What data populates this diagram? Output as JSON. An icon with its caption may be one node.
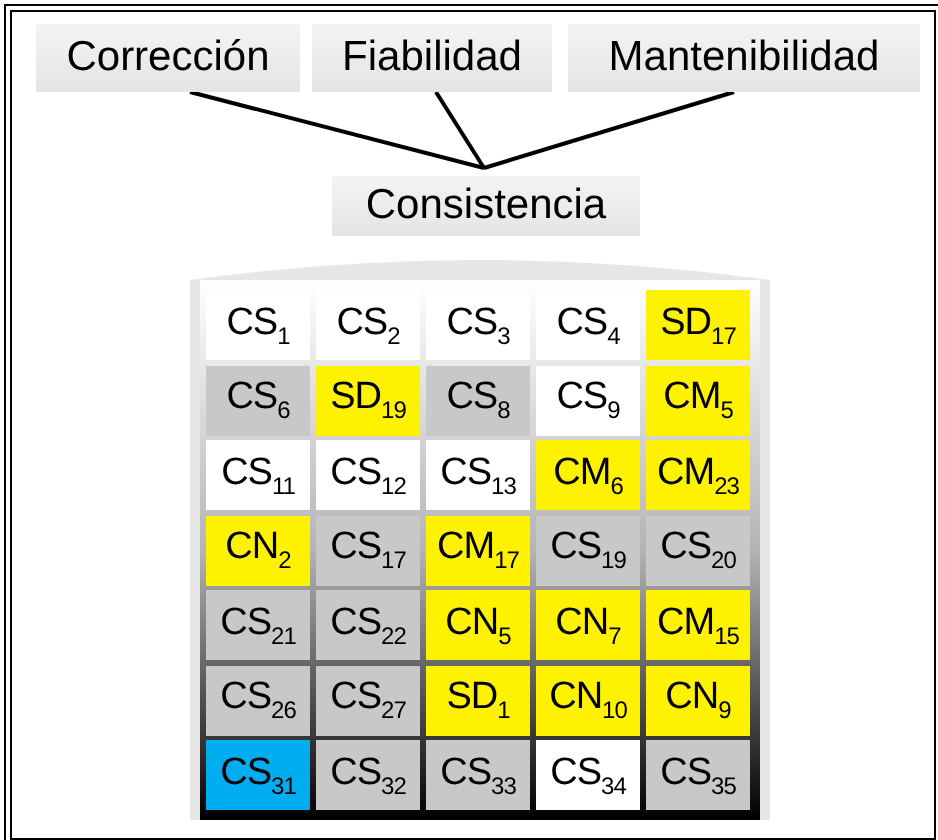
{
  "diagram": {
    "nodes": [
      {
        "text": [
          "Corrección"
        ]
      },
      {
        "text": [
          "Fiabilidad"
        ]
      },
      {
        "text": [
          "Mantenibilidad"
        ]
      },
      {
        "text": [
          "Consistencia"
        ]
      },
      {
        "text": [],
        "shape": "box"
      },
      {
        "text": [
          "CS$_{1}$"
        ],
        "in": 4
      },
      {
        "text": [
          "CS$_{2}$"
        ],
        "in": 4
      },
      {
        "text": [
          "CS$_{3}$"
        ],
        "in": 4
      },
      {
        "text": [
          "CS$_{4}$"
        ],
        "in": 4
      },
      {
        "text": [
          "SD$_{17}$"
        ],
        "in": 4
      },
      {
        "text": [
          "CS$_{6}$"
        ],
        "in": 4
      },
      {
        "text": [
          "SD$_{19}$"
        ],
        "in": 4
      },
      {
        "text": [
          "CS$_{8}$"
        ],
        "in": 4
      },
      {
        "text": [
          "CS$_{9}$"
        ],
        "in": 4
      },
      {
        "text": [
          "CM$_{5}$"
        ],
        "in": 4
      },
      {
        "text": [
          "CS$_{11}$"
        ],
        "in": 4
      },
      {
        "text": [
          "CS$_{12}$"
        ],
        "in": 4
      },
      {
        "text": [
          "CS$_{13}$"
        ],
        "in": 4
      },
      {
        "text": [
          "CM$_{6}$"
        ],
        "in": 4
      },
      {
        "text": [
          "CM$_{23}$"
        ],
        "in": 4
      },
      {
        "text": [
          "CN$_{2}$"
        ],
        "in": 4
      },
      {
        "text": [
          "CS$_{17}$"
        ],
        "in": 4
      },
      {
        "text": [
          "CM$_{17}$"
        ],
        "in": 4
      },
      {
        "text": [
          "CS$_{19}$"
        ],
        "in": 4
      },
      {
        "text": [
          "CS$_{20}$"
        ],
        "in": 4
      },
      {
        "text": [
          "CS$_{21}$"
        ],
        "in": 4
      },
      {
        "text": [
          "CS$_{22}$"
        ],
        "in": 4
      },
      {
        "text": [
          "CN$_{5}$"
        ],
        "in": 4
      },
      {
        "text": [
          "CN$_{7}$"
        ],
        "in": 4
      },
      {
        "text": [
          "CM$_{15}$"
        ],
        "in": 4
      },
      {
        "text": [
          "CS$_{26}$"
        ],
        "in": 4
      },
      {
        "text": [
          "CS$_{27}$"
        ],
        "in": 4
      },
      {
        "text": [
          "SD$_{1}$"
        ],
        "in": 4
      },
      {
        "text": [
          "CN$_{10}$"
        ],
        "in": 4
      },
      {
        "text": [
          "CN$_{9}$"
        ],
        "in": 4
      },
      {
        "text": [
          "CS$_{31}$"
        ],
        "in": 4
      },
      {
        "text": [
          "CS$_{32}$"
        ],
        "in": 4
      },
      {
        "text": [
          "CS$_{33}$"
        ],
        "in": 4
      },
      {
        "text": [
          "CS$_{34}$"
        ],
        "in": 4
      },
      {
        "text": [
          "CS$_{35}$"
        ],
        "in": 4
      }
    ],
    "edges": [
      {
        "from": 0,
        "to": 3,
        "arrow": "none"
      },
      {
        "from": 1,
        "to": 3,
        "arrow": "none"
      },
      {
        "from": 2,
        "to": 3,
        "arrow": "none"
      }
    ]
  }
}
